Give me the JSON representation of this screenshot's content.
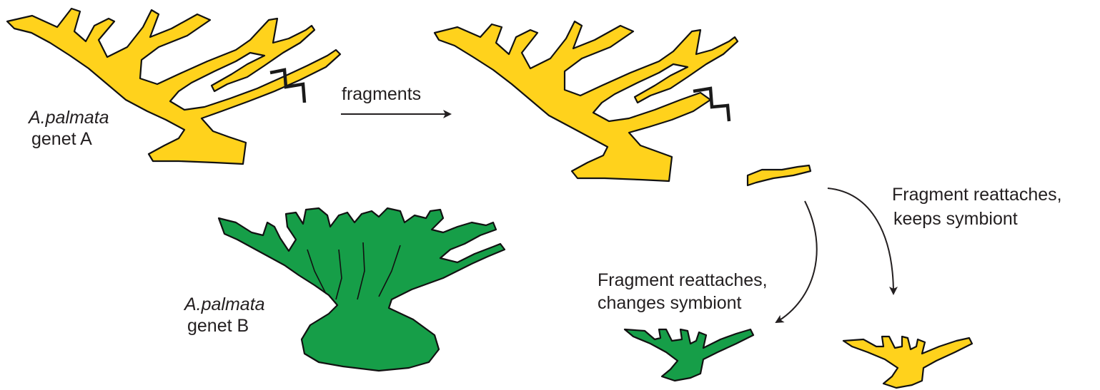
{
  "colors": {
    "genet_a_fill": "#FFD21C",
    "genet_b_fill": "#169E48",
    "outline": "#111111",
    "break_mark": "#1a1a1a",
    "arrow": "#231f20",
    "text": "#231f20"
  },
  "labels": {
    "genet_a_species": "A.palmata",
    "genet_a_name": "genet A",
    "genet_b_species": "A.palmata",
    "genet_b_name": "genet B",
    "fragments": "fragments",
    "reattach_keep_line1": "Fragment reattaches,",
    "reattach_keep_line2": "keeps symbiont",
    "reattach_change_line1": "Fragment reattaches,",
    "reattach_change_line2": "changes symbiont"
  }
}
